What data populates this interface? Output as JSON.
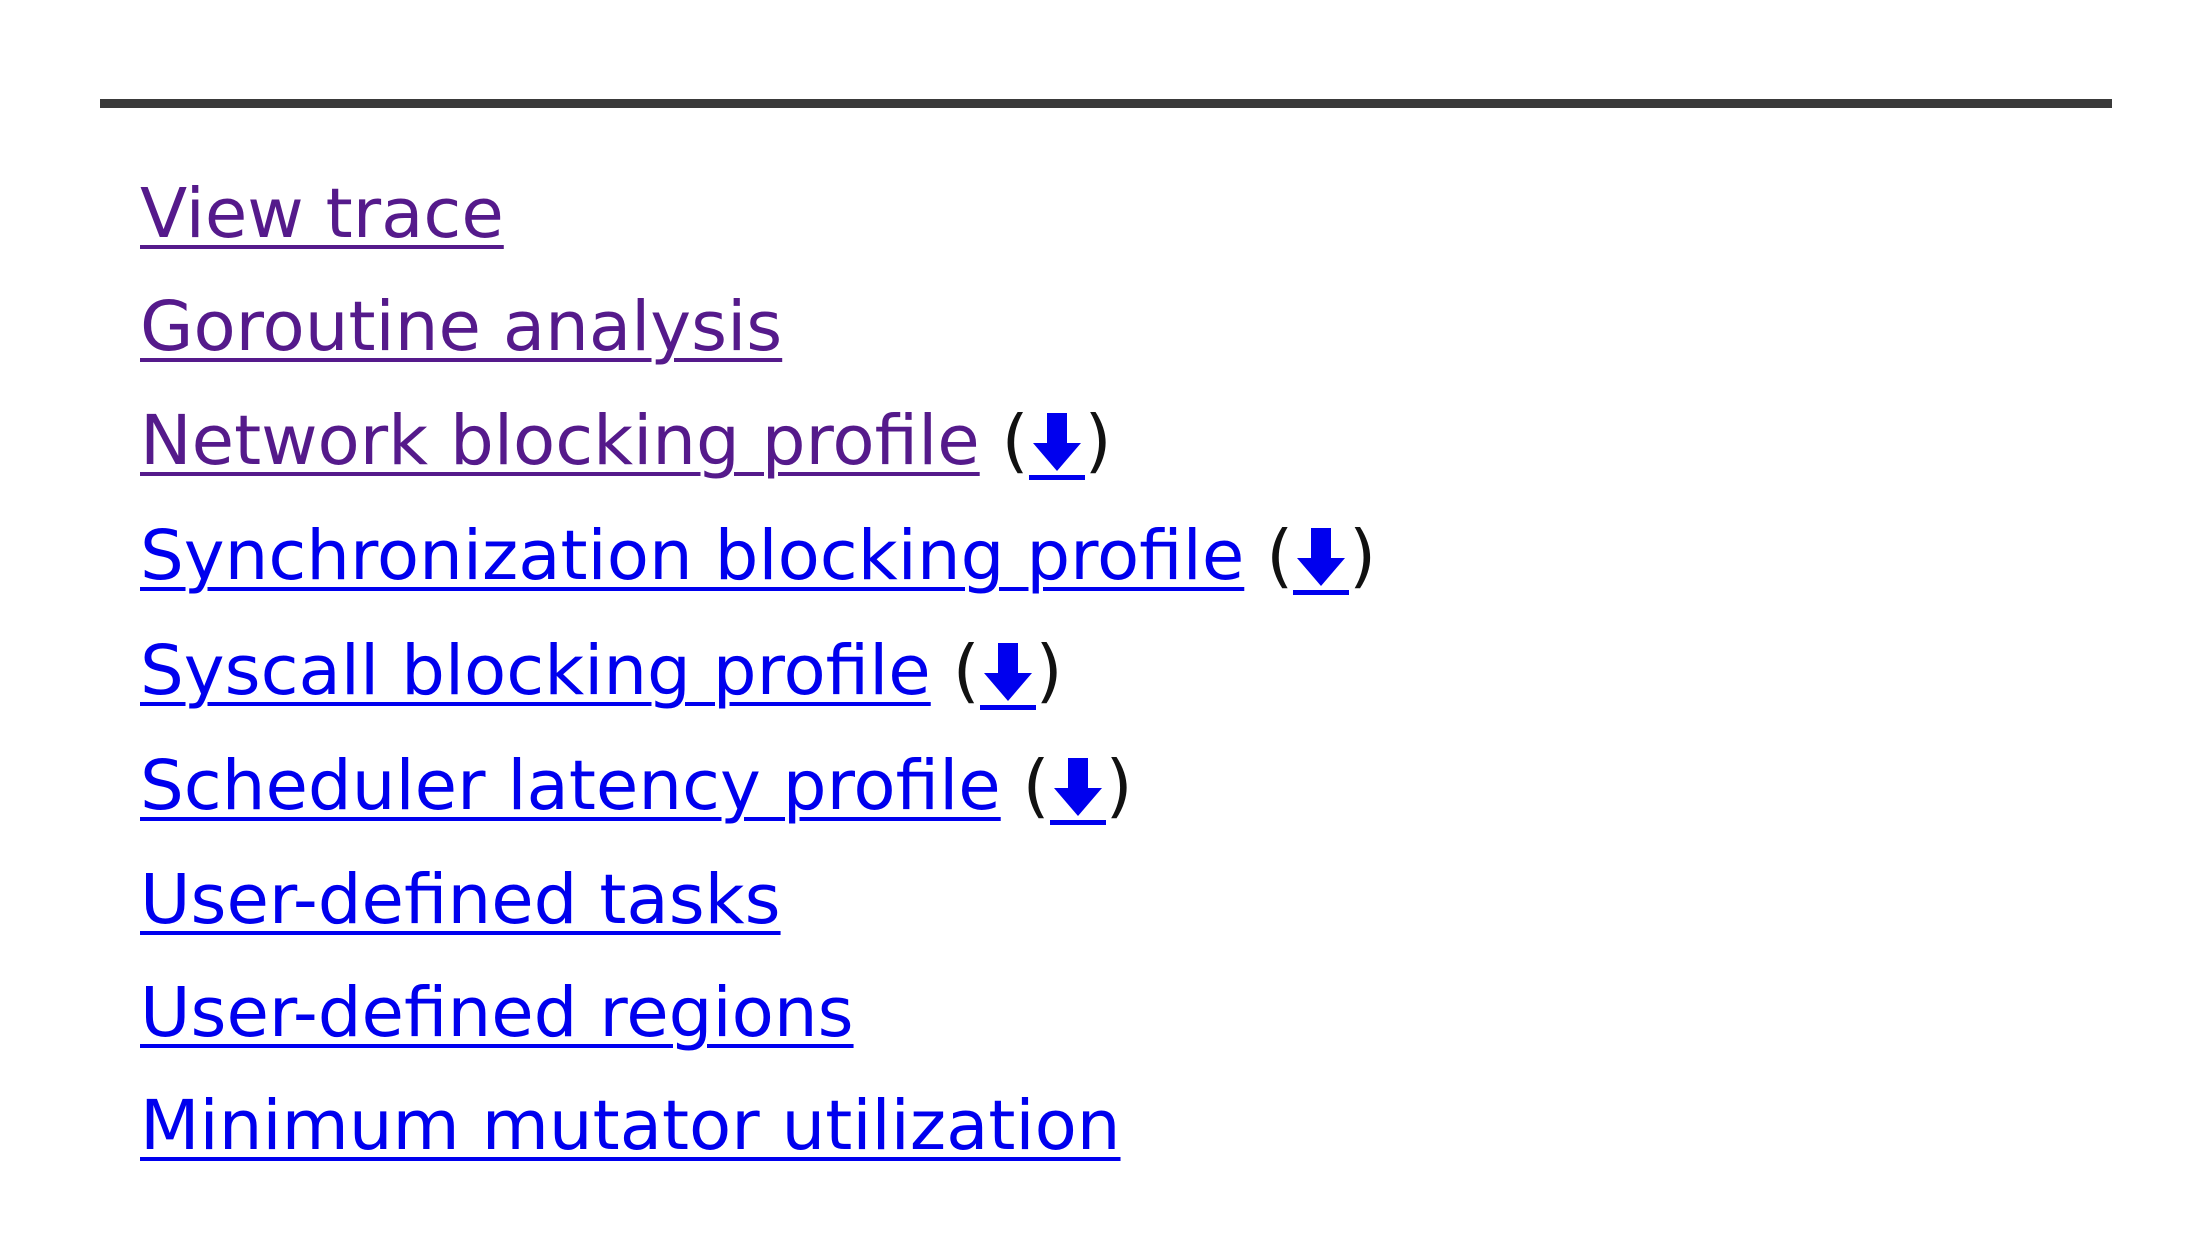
{
  "links": [
    {
      "label": "View trace",
      "visited": true,
      "download": false
    },
    {
      "label": "Goroutine analysis",
      "visited": true,
      "download": false
    },
    {
      "label": "Network blocking profile",
      "visited": true,
      "download": true
    },
    {
      "label": "Synchronization blocking profile",
      "visited": false,
      "download": true
    },
    {
      "label": "Syscall blocking profile",
      "visited": false,
      "download": true
    },
    {
      "label": "Scheduler latency profile",
      "visited": false,
      "download": true
    },
    {
      "label": "User-defined tasks",
      "visited": false,
      "download": false
    },
    {
      "label": "User-defined regions",
      "visited": false,
      "download": false
    },
    {
      "label": "Minimum mutator utilization",
      "visited": false,
      "download": false
    }
  ],
  "download": {
    "open_paren": "(",
    "close_paren": ")",
    "icon": "download-arrow-icon"
  },
  "colors": {
    "visited_link": "#551a8b",
    "unvisited_link": "#0000ee",
    "rule": "#3a3a3a"
  }
}
